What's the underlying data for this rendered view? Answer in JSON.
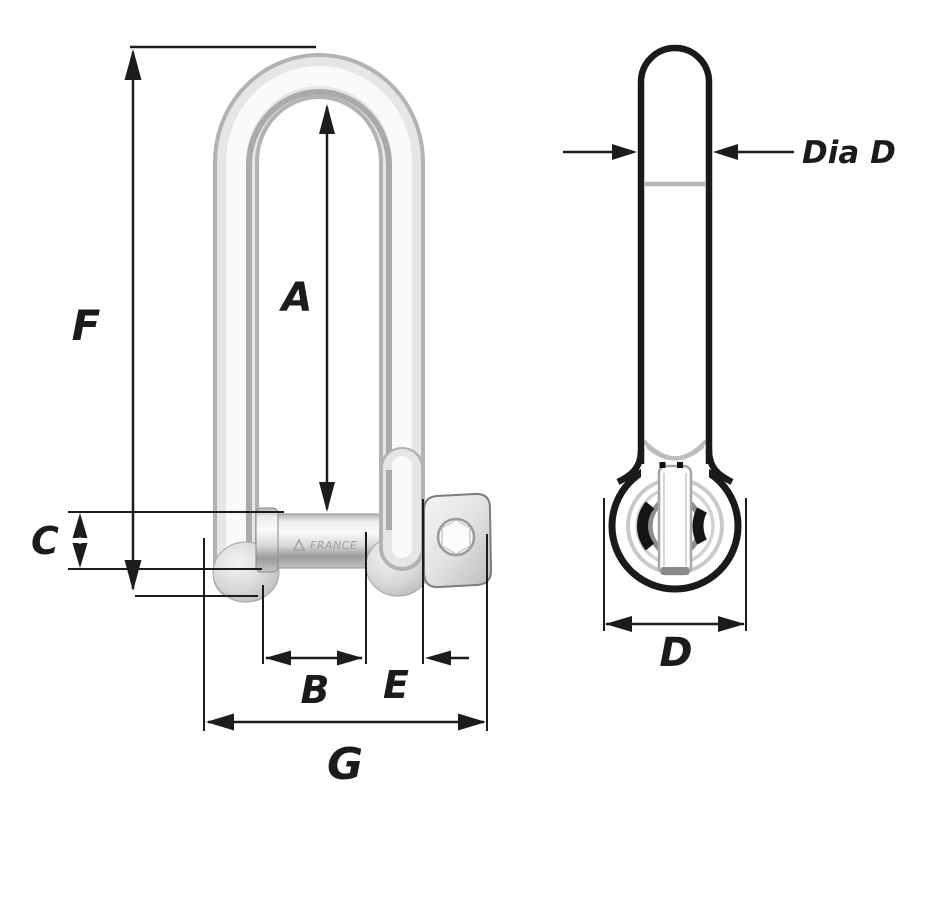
{
  "front_view": {
    "dim_labels": {
      "f": "F",
      "a": "A",
      "c": "C",
      "b": "B",
      "e": "E",
      "g": "G"
    },
    "engraving": "FRANCE"
  },
  "side_view": {
    "dim_labels": {
      "dia_d": "Dia D",
      "d": "D"
    }
  },
  "colors": {
    "line": "#1c1c1c",
    "steel_rim": "#b3b3b3",
    "steel_mid": "#e6e6e6",
    "steel_light": "#fafafa",
    "steel_dark": "#8f8f8f",
    "detail_gray": "#c9c9c9",
    "band_gray": "#b5b5b5"
  }
}
